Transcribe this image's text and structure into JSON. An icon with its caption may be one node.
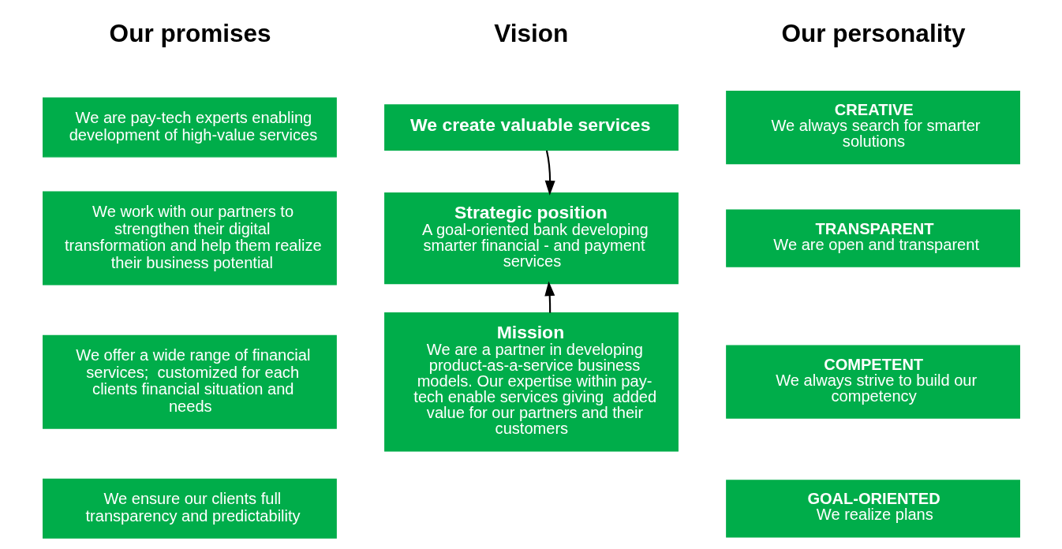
{
  "diagram": {
    "nodes": [
      {
        "text": [
          "We are pay-tech experts enabling development of high-value services"
        ]
      },
      {
        "text": [
          "We work with our partners to strengthen their digital transformation and help them realize their business potential"
        ]
      },
      {
        "text": [
          "We offer a wide range of financial services;  customized for each clients financial situation and needs"
        ]
      },
      {
        "text": [
          "We ensure our clients full transparency and predictability"
        ]
      },
      {
        "text": [
          "We create valuable services"
        ]
      },
      {
        "text": [
          "Strategic position",
          "A goal-oriented bank developing smarter financial - and payment services"
        ]
      },
      {
        "text": [
          "Mission",
          "We are a partner in developing product-as-a-service business models. Our expertise within pay-tech enable services giving  added value for our partners and their customers"
        ]
      },
      {
        "text": [
          "CREATIVE",
          "We always search for smarter solutions"
        ]
      },
      {
        "text": [
          "TRANSPARENT",
          "We are open and transparent"
        ]
      },
      {
        "text": [
          "COMPETENT",
          "We always strive to build our competency"
        ]
      },
      {
        "text": [
          "GOAL-ORIENTED",
          "We realize plans"
        ]
      }
    ],
    "edges": [
      {
        "from": 4,
        "to": 5,
        "arrow": "to"
      },
      {
        "from": 6,
        "to": 5,
        "arrow": "to"
      }
    ],
    "labels": [
      "Our promises",
      "Vision",
      "Our personality"
    ]
  }
}
